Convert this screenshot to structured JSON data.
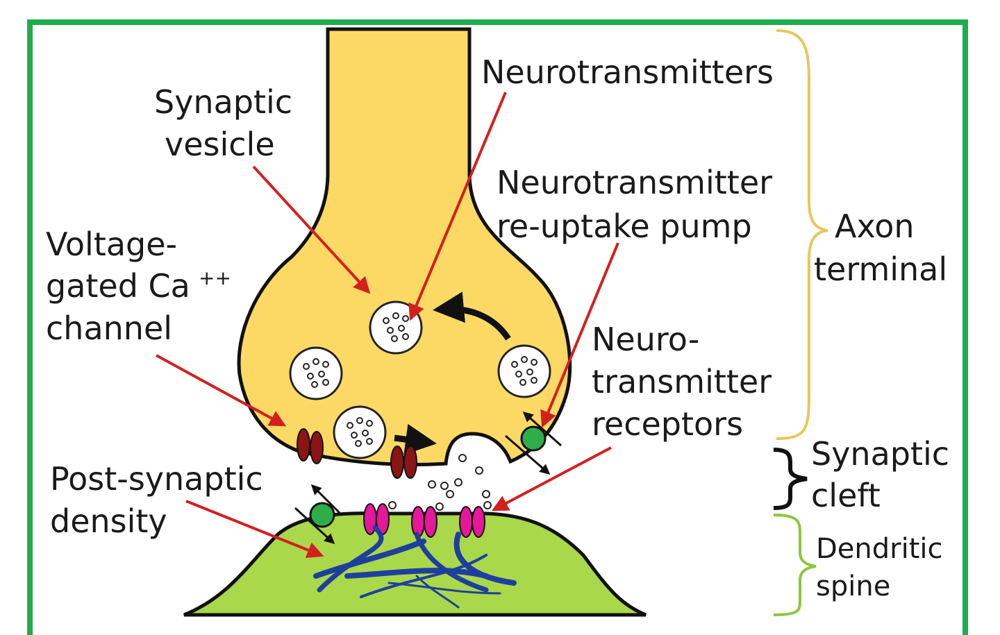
{
  "labels": {
    "neurotransmitters": "Neurotransmitters",
    "synaptic_vesicle_1": "Synaptic",
    "synaptic_vesicle_2": "vesicle",
    "reuptake_1": "Neurotransmitter",
    "reuptake_2": "re-uptake pump",
    "vgcc_1": "Voltage-",
    "vgcc_2": "gated Ca",
    "vgcc_sup": "++",
    "vgcc_3": "channel",
    "axon_1": "Axon",
    "axon_2": "terminal",
    "receptors_1": "Neuro-",
    "receptors_2": "transmitter",
    "receptors_3": "receptors",
    "cleft_1": "Synaptic",
    "cleft_2": "cleft",
    "psd_1": "Post-synaptic",
    "psd_2": "density",
    "spine_1": "Dendritic",
    "spine_2": "spine"
  },
  "colors": {
    "frame": "#1fad4b",
    "axon_fill": "#fbd964",
    "spine_fill": "#a9d84a",
    "arrow_red": "#d41f1f",
    "channel": "#8b1414",
    "receptor": "#e5179a",
    "pump": "#2eae49",
    "psd_fibers": "#1f3f9e",
    "brace_axon": "#e8c75a",
    "brace_spine": "#8cc63e"
  }
}
